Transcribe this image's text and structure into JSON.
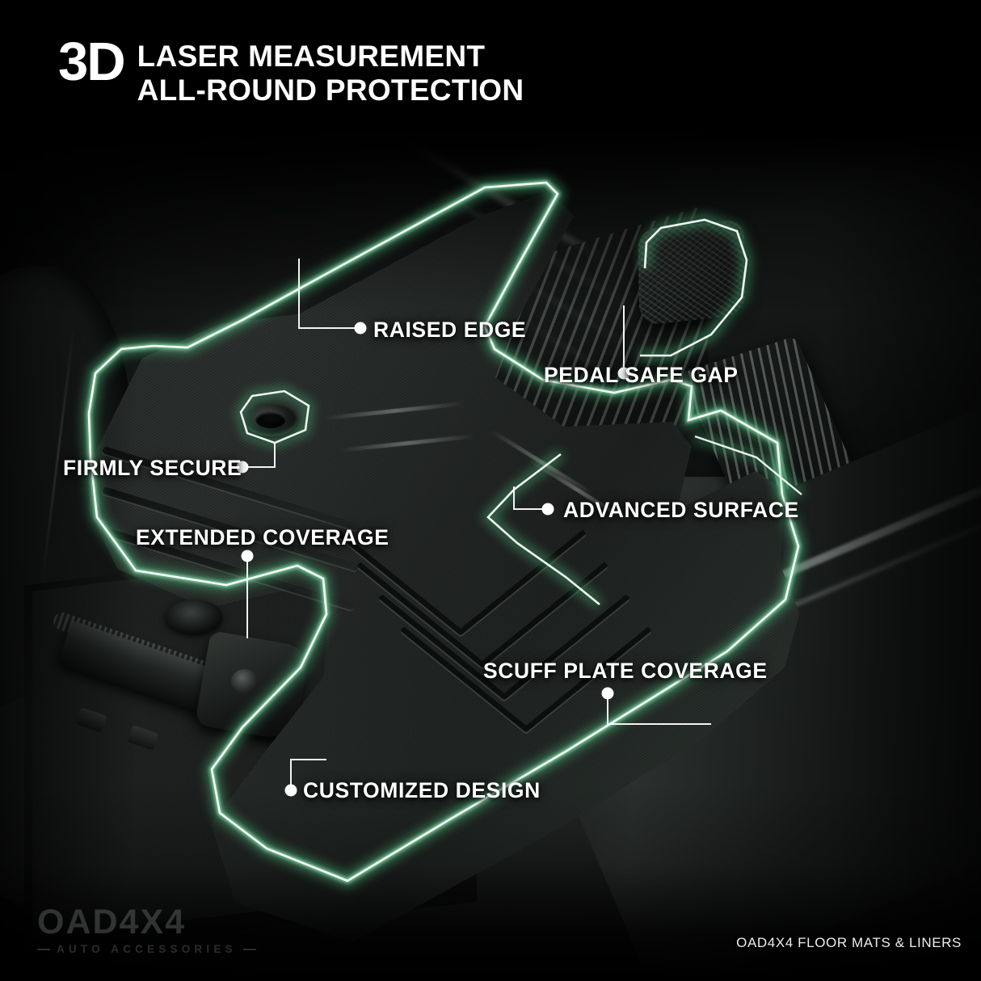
{
  "header": {
    "badge": "3D",
    "line1": "LASER MEASUREMENT",
    "line2": "ALL-ROUND PROTECTION"
  },
  "callouts": [
    {
      "id": "raised-edge",
      "label": "RAISED EDGE"
    },
    {
      "id": "pedal-safe-gap",
      "label": "PEDAL SAFE GAP"
    },
    {
      "id": "firmly-secure",
      "label": "FIRMLY SECURE"
    },
    {
      "id": "advanced-surface",
      "label": "ADVANCED SURFACE"
    },
    {
      "id": "extended-coverage",
      "label": "EXTENDED COVERAGE"
    },
    {
      "id": "scuff-plate-coverage",
      "label": "SCUFF PLATE COVERAGE"
    },
    {
      "id": "customized-design",
      "label": "CUSTOMIZED DESIGN"
    }
  ],
  "branding": {
    "watermark": "OAD4X4",
    "watermark_sub": "AUTO ACCESSORIES",
    "footer_caption": "OAD4X4 FLOOR MATS & LINERS"
  },
  "colors": {
    "background": "#000000",
    "text": "#ffffff",
    "glow_core": "#ffffff",
    "glow_green": "#4fbf82",
    "glow_green_soft": "#8fe0ae",
    "mat_dark": "#22 2524",
    "watermark": "#969e9a"
  }
}
